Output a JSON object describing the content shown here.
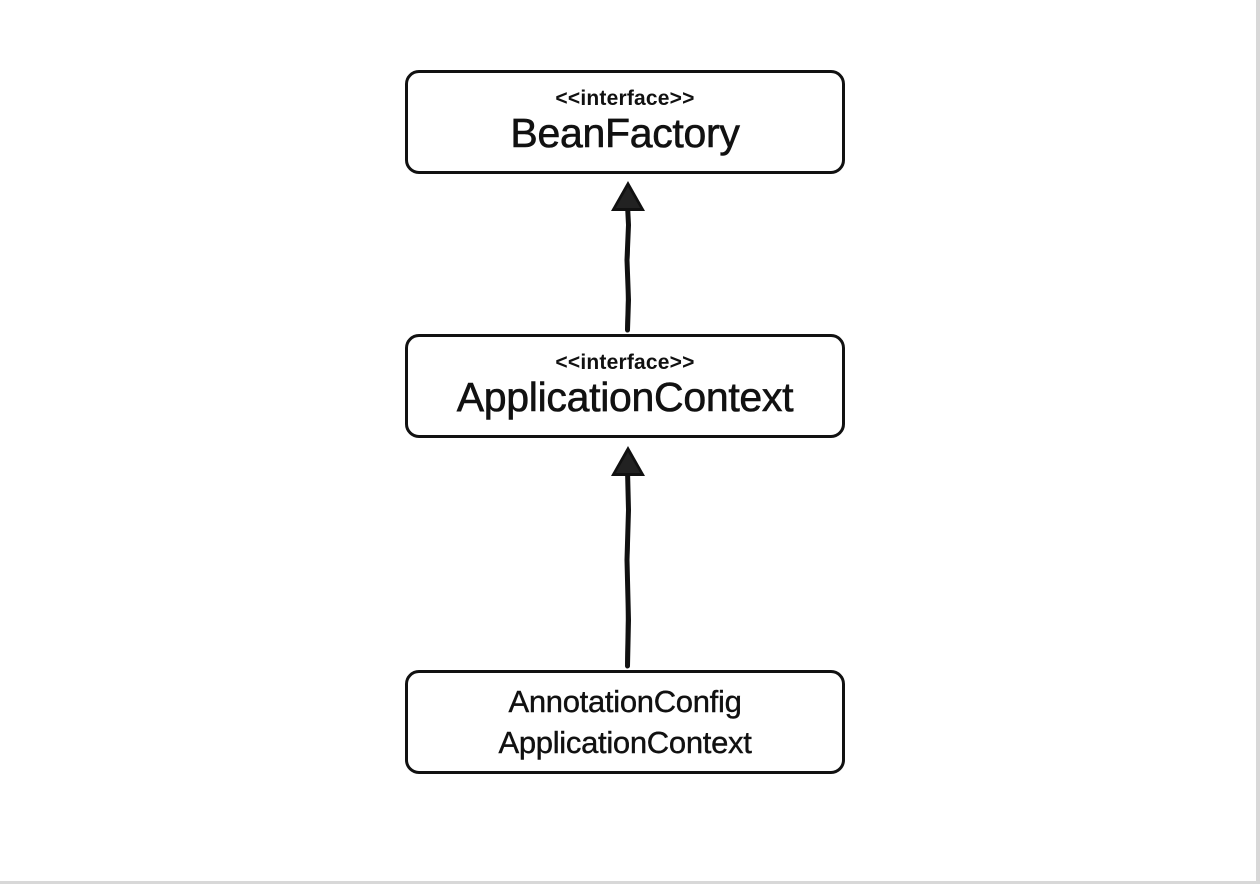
{
  "diagram": {
    "nodes": [
      {
        "id": "beanfactory",
        "stereotype": "<<interface>>",
        "name": "BeanFactory"
      },
      {
        "id": "applicationcontext",
        "stereotype": "<<interface>>",
        "name": "ApplicationContext"
      },
      {
        "id": "annotationconfig",
        "name_lines": [
          "AnnotationConfig",
          "ApplicationContext"
        ]
      }
    ],
    "edges": [
      {
        "from": "applicationcontext",
        "to": "beanfactory",
        "type": "inheritance-arrow"
      },
      {
        "from": "annotationconfig",
        "to": "applicationcontext",
        "type": "inheritance-arrow"
      }
    ],
    "colors": {
      "stroke": "#111111",
      "background": "#ffffff"
    }
  }
}
